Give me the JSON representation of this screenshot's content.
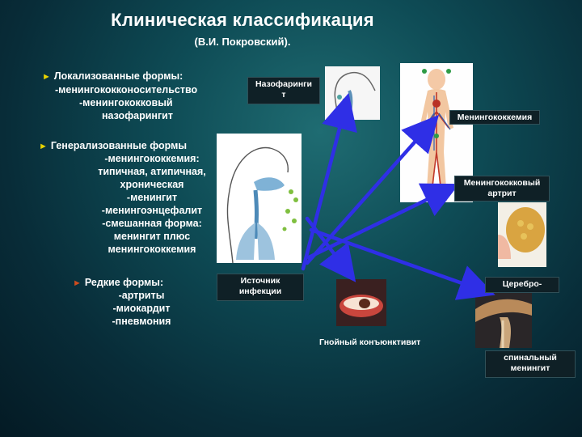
{
  "title": "Клиническая классификация",
  "subtitle": "(В.И. Покровский).",
  "localized": {
    "head": "Локализованные формы:",
    "line1": "-менингококконоситель­ство",
    "line2": "-менингококковый",
    "line3": "назофарингит"
  },
  "generalized": {
    "head": "Генерализованные формы",
    "lines": [
      "-менингококкемия:",
      "типичная,  атипичная,",
      "хроническая",
      "-менингит",
      "-менингоэнцефалит",
      "-смешанная форма:",
      "менингит плюс",
      "менингококкемия"
    ]
  },
  "rare": {
    "head": "Редкие формы:",
    "lines": [
      "-артриты",
      "-миокардит",
      "-пневмония"
    ]
  },
  "labels": {
    "nasopharyngitis_1": "Назофаринги",
    "nasopharyngitis_2": "т",
    "meningococcemia": "Менингококкемия",
    "arthritis_1": "Менингококковый",
    "arthritis_2": "артрит",
    "source_1": "Источник",
    "source_2": "инфекции",
    "cerebro": "Церебро-",
    "spinal_1": "спинальный",
    "spinal_2": "менингит",
    "conjunctivitis": "Гнойный конъюнктивит"
  },
  "colors": {
    "arrow": "#2f2fe6",
    "bullet_yellow": "#e8d300",
    "bullet_red": "#cf4c1f",
    "label_bg": "#0f2026"
  },
  "icons": [
    "bullet-arrow-icon",
    "droplet-icon"
  ]
}
